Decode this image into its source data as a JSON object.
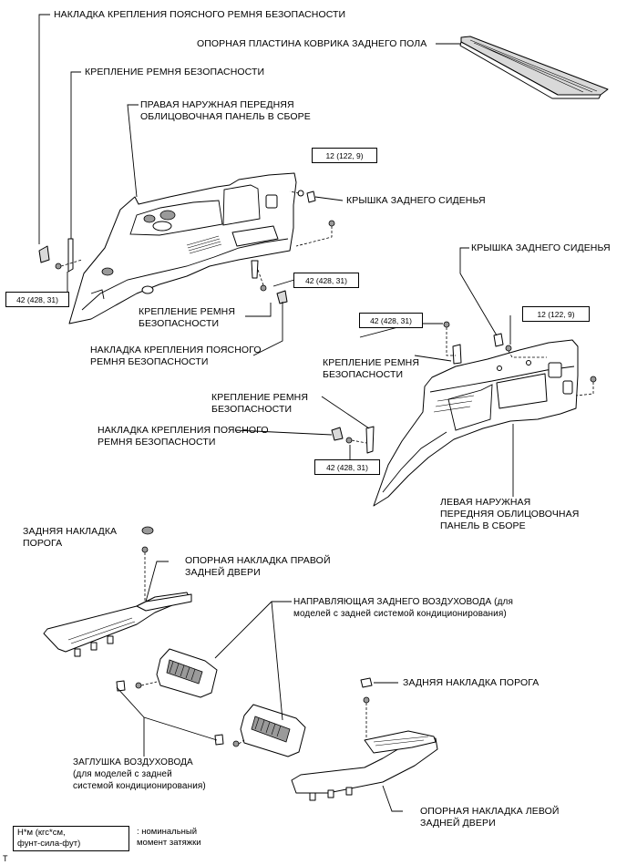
{
  "labels": {
    "lap_belt_cover_top": "НАКЛАДКА КРЕПЛЕНИЯ ПОЯСНОГО РЕМНЯ БЕЗОПАСНОСТИ",
    "rear_floor_mat_plate": "ОПОРНАЯ ПЛАСТИНА КОВРИКА ЗАДНЕГО ПОЛА",
    "belt_anchor_top": "КРЕПЛЕНИЕ РЕМНЯ БЕЗОПАСНОСТИ",
    "rh_panel_1": "ПРАВАЯ НАРУЖНАЯ ПЕРЕДНЯЯ",
    "rh_panel_2": "ОБЛИЦОВОЧНАЯ ПАНЕЛЬ В СБОРЕ",
    "seat_cover_right_1": "КРЫШКА ЗАДНЕГО СИДЕНЬЯ",
    "seat_cover_right_2": "КРЫШКА ЗАДНЕГО СИДЕНЬЯ",
    "belt_anchor_mid_1": "КРЕПЛЕНИЕ РЕМНЯ",
    "belt_anchor_mid_2": "БЕЗОПАСНОСТИ",
    "lap_cover_mid_1": "НАКЛАДКА КРЕПЛЕНИЯ ПОЯСНОГО",
    "lap_cover_mid_2": "РЕМНЯ БЕЗОПАСНОСТИ",
    "belt_anchor_right_1": "КРЕПЛЕНИЕ РЕМНЯ",
    "belt_anchor_right_2": "БЕЗОПАСНОСТИ",
    "belt_anchor_low_1": "КРЕПЛЕНИЕ РЕМНЯ",
    "belt_anchor_low_2": "БЕЗОПАСНОСТИ",
    "lap_cover_low_1": "НАКЛАДКА КРЕПЛЕНИЯ ПОЯСНОГО",
    "lap_cover_low_2": "РЕМНЯ БЕЗОПАСНОСТИ",
    "lh_panel_1": "ЛЕВАЯ НАРУЖНАЯ",
    "lh_panel_2": "ПЕРЕДНЯЯ ОБЛИЦОВОЧНАЯ",
    "lh_panel_3": "ПАНЕЛЬ В СБОРЕ",
    "scuff_top_1": "ЗАДНЯЯ НАКЛАДКА",
    "scuff_top_2": "ПОРОГА",
    "rh_door_scuff_1": "ОПОРНАЯ НАКЛАДКА ПРАВОЙ",
    "rh_door_scuff_2": "ЗАДНЕЙ ДВЕРИ",
    "duct_guide_1": "НАПРАВЛЯЮЩАЯ ЗАДНЕГО ВОЗДУХОВОДА (для",
    "duct_guide_2": "моделей с задней системой кондиционирования)",
    "scuff_right": "ЗАДНЯЯ НАКЛАДКА ПОРОГА",
    "duct_plug_1": "ЗАГЛУШКА ВОЗДУХОВОДА",
    "duct_plug_2": "(для моделей с задней",
    "duct_plug_3": "системой кондиционирования)",
    "lh_door_scuff_1": "ОПОРНАЯ НАКЛАДКА ЛЕВОЙ",
    "lh_door_scuff_2": "ЗАДНЕЙ ДВЕРИ"
  },
  "torque": {
    "t1": "12 (122, 9)",
    "t2": "42 (428, 31)",
    "t3": "42 (428, 31)",
    "t4": "42 (428, 31)",
    "t5": "12 (122, 9)",
    "t6": "42 (428, 31)"
  },
  "legend": {
    "unit_line1": "Н*м (кгс*см,",
    "unit_line2": "фунт-сила-фут)",
    "desc_line1": ": номинальный",
    "desc_line2": "момент затяжки"
  },
  "corner_mark": "T"
}
